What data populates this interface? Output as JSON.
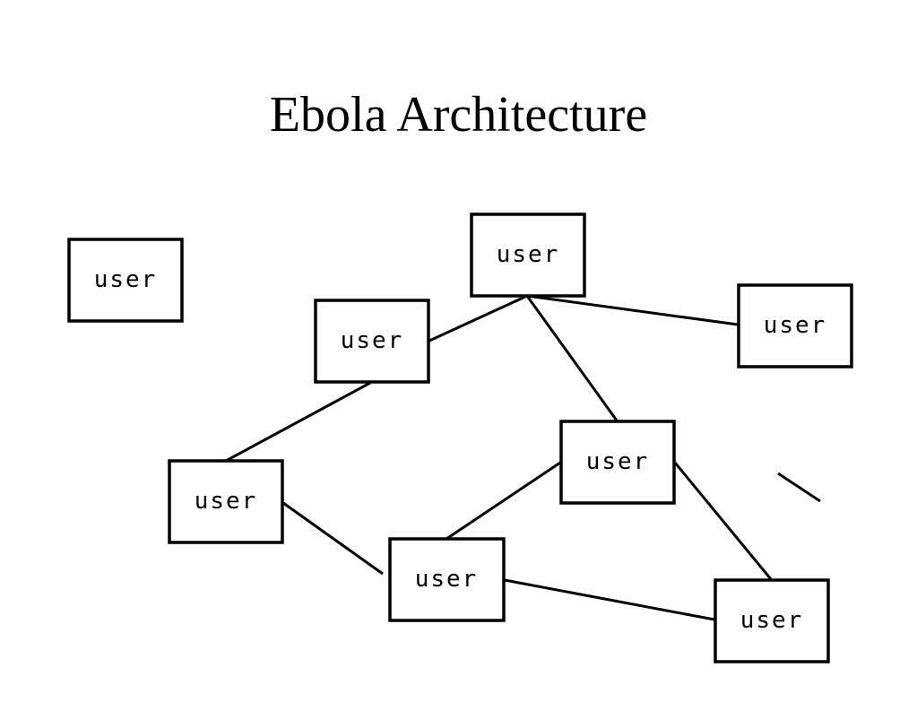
{
  "title": "Ebola Architecture",
  "nodes": [
    {
      "id": "n1",
      "label": "user"
    },
    {
      "id": "n2",
      "label": "user"
    },
    {
      "id": "n3",
      "label": "user"
    },
    {
      "id": "n4",
      "label": "user"
    },
    {
      "id": "n5",
      "label": "user"
    },
    {
      "id": "n6",
      "label": "user"
    },
    {
      "id": "n7",
      "label": "user"
    },
    {
      "id": "n8",
      "label": "user"
    }
  ],
  "edges": [
    {
      "from": "n2",
      "to": "n3"
    },
    {
      "from": "n3",
      "to": "n4"
    },
    {
      "from": "n3",
      "to": "n6"
    },
    {
      "from": "n2",
      "to": "n5"
    },
    {
      "from": "n5",
      "to": "n7"
    },
    {
      "from": "n6",
      "to": "n7"
    },
    {
      "from": "n6",
      "to": "n8"
    },
    {
      "from": "n7",
      "to": "n8"
    }
  ]
}
